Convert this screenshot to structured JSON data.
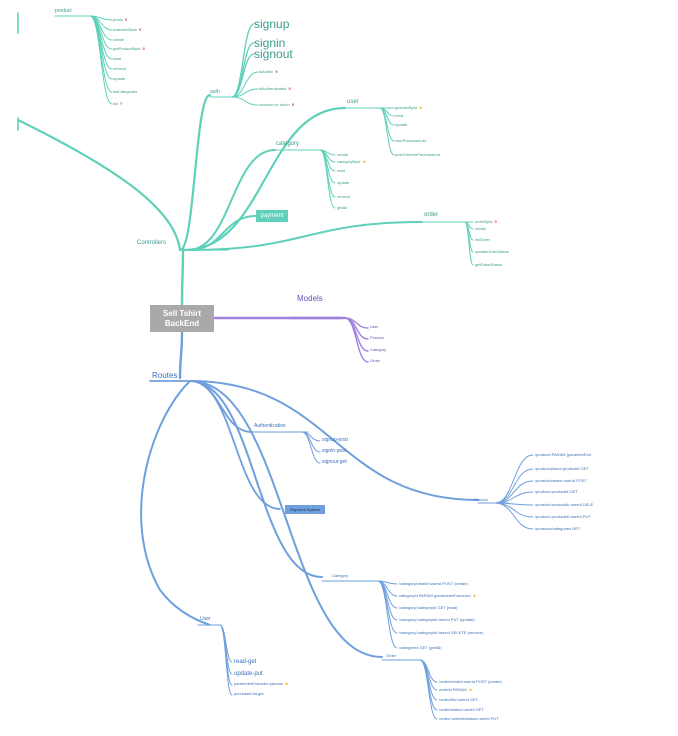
{
  "root": {
    "line1": "Sell Tshirt",
    "line2": "BackEnd"
  },
  "controllers": {
    "label": "Controllers",
    "product": {
      "label": "product",
      "items": [
        "photo",
        "mainainStock",
        "create",
        "getProductById",
        "read",
        "remove",
        "update",
        "listCategories",
        "list"
      ]
    },
    "auth": {
      "label": "auth",
      "big": [
        "signup",
        "signin",
        "signout"
      ],
      "items": [
        "isAdmin",
        "isAuthenticated",
        "checker for token"
      ]
    },
    "user": {
      "label": "user",
      "items": [
        "getUserById",
        "read",
        "update",
        "userPurchaseList",
        "pushOrderInPurchaseList"
      ]
    },
    "category": {
      "label": "category",
      "items": [
        "create",
        "categoryById",
        "read",
        "update",
        "remove",
        "getAll"
      ]
    },
    "payment": {
      "label": "payment"
    },
    "order": {
      "label": "order",
      "items": [
        "orderById",
        "create",
        "listOrder",
        "updateOrderStatus",
        "getOrderStatus"
      ]
    }
  },
  "models": {
    "label": "Models",
    "items": [
      "User",
      "Product",
      "Category",
      "Order"
    ]
  },
  "routes": {
    "label": "Routes",
    "authentication": {
      "label": "Authentication",
      "items": [
        "signup-post",
        "signin-post",
        "signout-get"
      ]
    },
    "payment": {
      "label": "Payment System"
    },
    "product": {
      "label": "Product",
      "items": [
        "/product/:PARAM (paramterExtr",
        "/product/photo/:productId GET",
        "/product/create/:userId POST",
        "/product/:productId GET",
        "/product/:productId/:userId DELE",
        "/product/:productId/:userId PUT",
        "/products/categories GET"
      ]
    },
    "category": {
      "label": "Category",
      "items": [
        "/category/create/:userId POST (create)",
        "categoryId PARAM (parameterExtractor)",
        "/category/:categoryId GET (read)",
        "/category/:categoryId/:userId PUT (update)",
        "/category/:categoryId/:userId DELETE (remove)",
        "/categories GET (getAll)"
      ]
    },
    "order": {
      "label": "Order",
      "items": [
        "/order/create/:userId POST (create)",
        "orderId PARAM",
        "/order/list/:userId GET",
        "/order/status/:userId GET",
        "/order/:orderId/status/:userId PUT"
      ]
    },
    "user": {
      "label": "User",
      "items": [
        "read-get",
        "update-put",
        "parameterExtracter-params",
        "purchaseList-get"
      ]
    }
  },
  "icon_names": {
    "double_exclamation": "double-exclamation-icon",
    "question": "question-icon",
    "star": "star-icon"
  },
  "colors": {
    "controllers": "#5fd0b9",
    "models": "#9f82e0",
    "routes": "#6f9fdd",
    "root_box": "#a9a9a9",
    "payment_box": "#5fd0b9",
    "payment_route_box": "#6f9fdd",
    "mark_red": "#d62020",
    "mark_star": "#f2a20c"
  }
}
